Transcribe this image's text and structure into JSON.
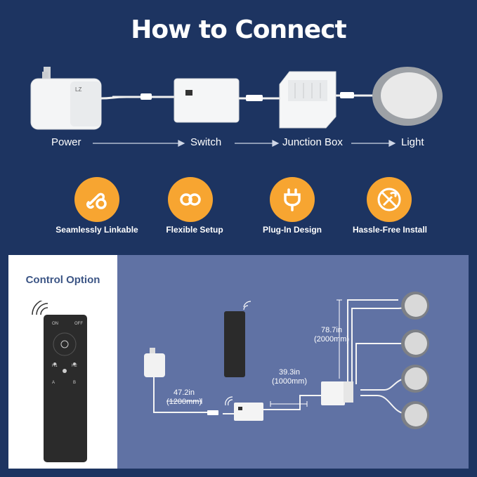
{
  "title": "How to Connect",
  "flow_steps": [
    "Power",
    "Switch",
    "Junction Box",
    "Light"
  ],
  "features": [
    {
      "icon": "link-icon",
      "label": "Seamlessly Linkable"
    },
    {
      "icon": "flexible-loop-icon",
      "label": "Flexible Setup"
    },
    {
      "icon": "plug-icon",
      "label": "Plug-In Design"
    },
    {
      "icon": "no-tools-icon",
      "label": "Hassle-Free Install"
    }
  ],
  "control_option": {
    "title": "Control Option",
    "remote_buttons": {
      "on": "ON",
      "off": "OFF",
      "h1": "H1",
      "h2": "H2",
      "a": "A",
      "b": "B"
    }
  },
  "dimensions": {
    "power_cable": {
      "length": "47.2in",
      "metric": "(1200mm)"
    },
    "switch_cable": {
      "length": "39.3in",
      "metric": "(1000mm)"
    },
    "light_cable": {
      "length": "78.7in",
      "metric": "(2000mm)"
    }
  },
  "colors": {
    "background": "#1d3461",
    "accent": "#f7a531",
    "panel": "#6072a4",
    "control_title": "#3c5585"
  }
}
